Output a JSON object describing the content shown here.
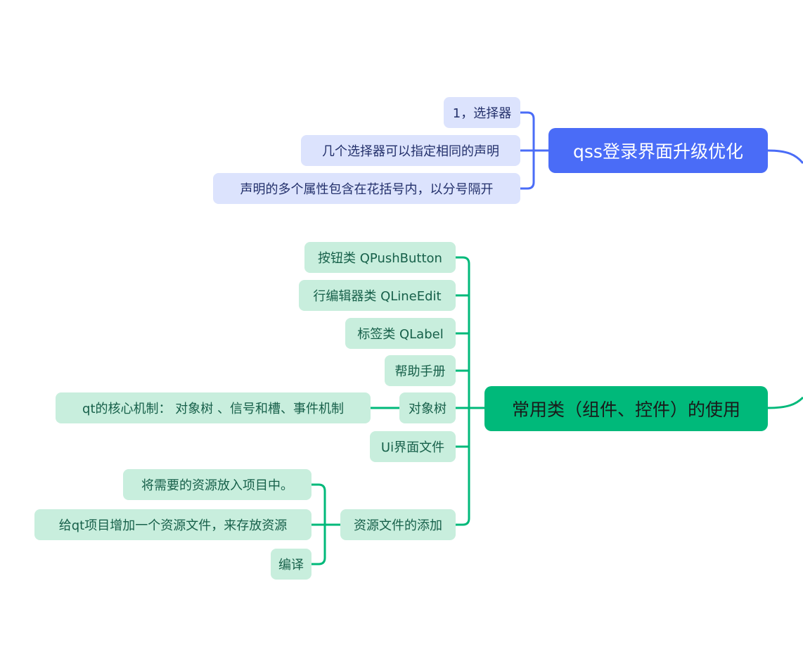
{
  "colors": {
    "blue_branch": "#4a6cf7",
    "blue_node_fill": "#dce3fd",
    "green_branch": "#00b97a",
    "green_node_fill": "#c8eedd"
  },
  "topics": [
    {
      "id": "qss",
      "label": "qss登录界面升级优化",
      "children": [
        {
          "label": "1，选择器"
        },
        {
          "label": "几个选择器可以指定相同的声明"
        },
        {
          "label": "声明的多个属性包含在花括号内，以分号隔开"
        }
      ]
    },
    {
      "id": "common",
      "label": "常用类（组件、控件）的使用",
      "children": [
        {
          "label": "按钮类 QPushButton"
        },
        {
          "label": "行编辑器类 QLineEdit"
        },
        {
          "label": "标签类 QLabel"
        },
        {
          "label": "帮助手册"
        },
        {
          "label": "对象树",
          "children": [
            {
              "label": "qt的核心机制： 对象树 、信号和槽、事件机制"
            }
          ]
        },
        {
          "label": "Ui界面文件"
        },
        {
          "label": "资源文件的添加",
          "children": [
            {
              "label": "将需要的资源放入项目中。"
            },
            {
              "label": "给qt项目增加一个资源文件，来存放资源"
            },
            {
              "label": "编译"
            }
          ]
        }
      ]
    }
  ]
}
